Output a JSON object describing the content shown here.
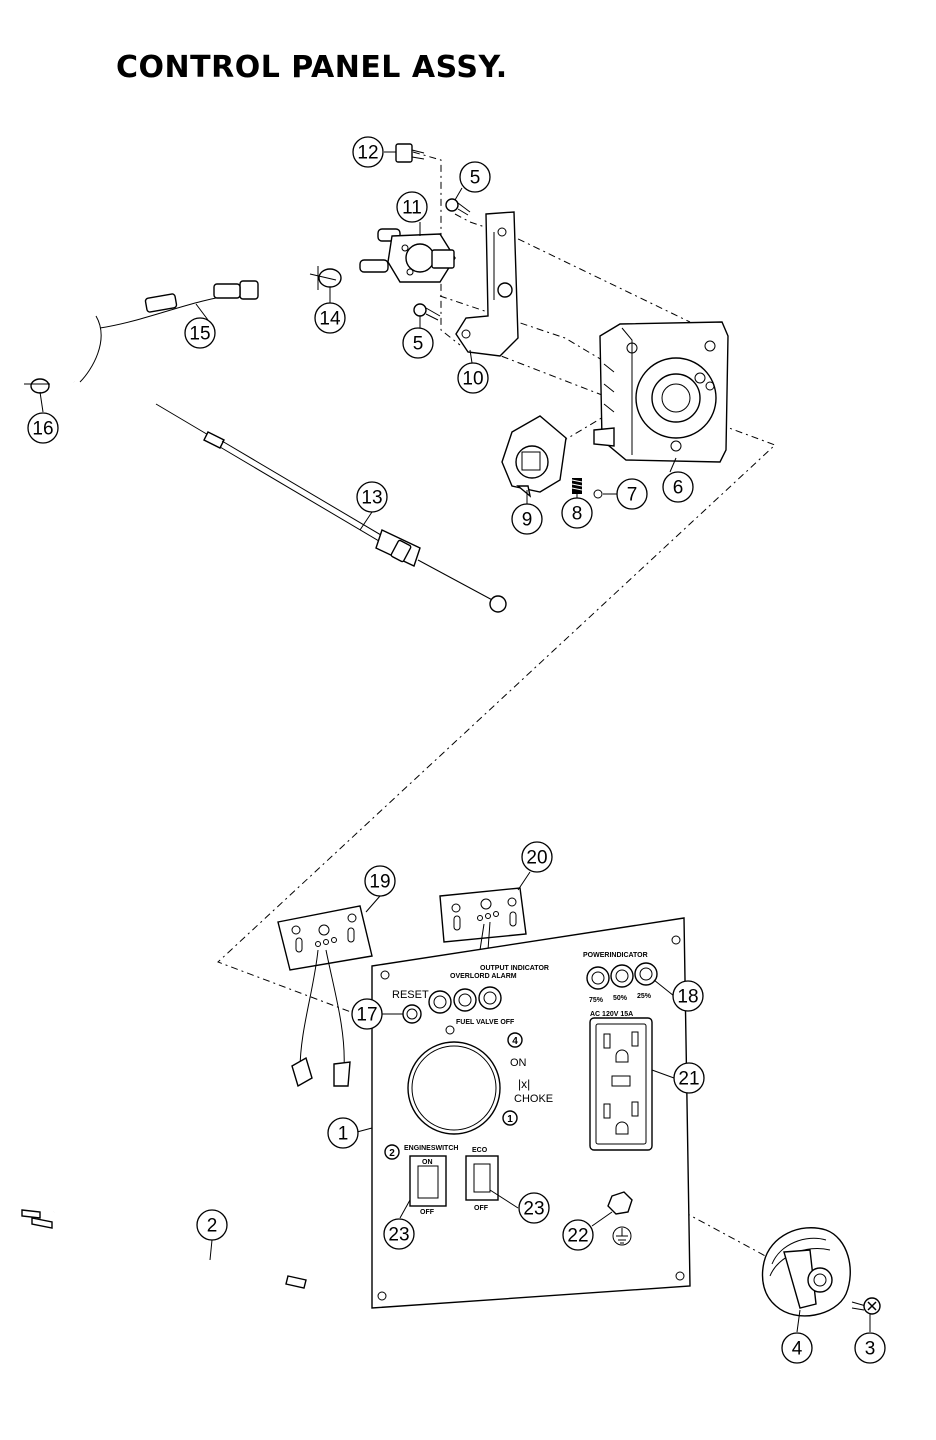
{
  "title": "CONTROL PANEL ASSY.",
  "callouts": [
    "1",
    "2",
    "3",
    "4",
    "5",
    "5",
    "6",
    "7",
    "8",
    "9",
    "10",
    "11",
    "12",
    "13",
    "14",
    "15",
    "16",
    "17",
    "18",
    "19",
    "20",
    "21",
    "22",
    "23",
    "23"
  ],
  "panel_labels": {
    "reset": "RESET",
    "overlord_alarm": "OVERLORD ALARM",
    "output_indicator": "OUTPUT INDICATOR",
    "power_indicator": "POWERINDICATOR",
    "pct_75": "75%",
    "pct_50": "50%",
    "pct_25": "25%",
    "fuel_valve_off": "FUEL VALVE OFF",
    "on": "ON",
    "choke": "CHOKE",
    "ac_rating": "AC 120V   15A",
    "engine_switch": "ENGINESWITCH",
    "eco": "ECO",
    "switch_on": "ON",
    "switch_off": "OFF"
  }
}
